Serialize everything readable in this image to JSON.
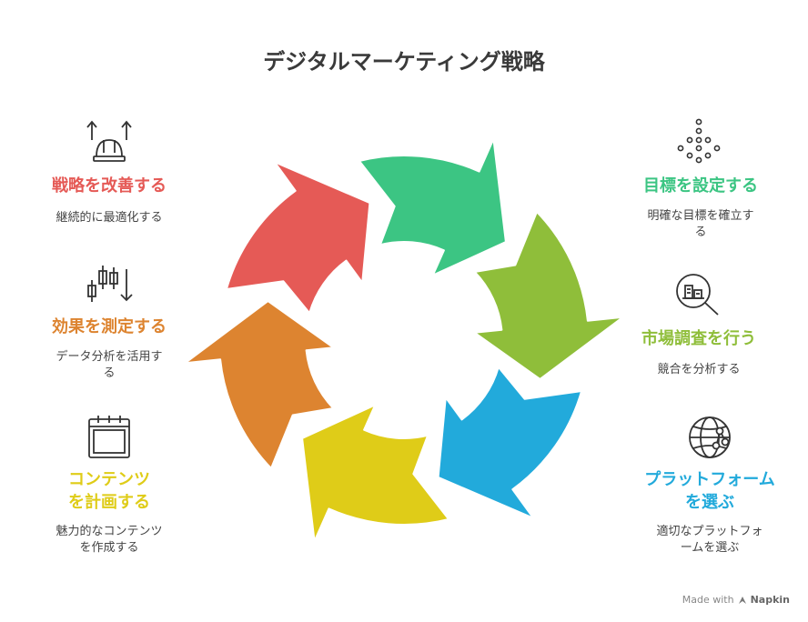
{
  "title": "デジタルマーケティング戦略",
  "colors": {
    "red": "#E55A56",
    "green": "#3CC583",
    "lime": "#8FBE3A",
    "blue": "#22AADB",
    "yellow": "#DFCC18",
    "orange": "#DD8430"
  },
  "steps": [
    {
      "id": "set-goals",
      "label": "目標を設定する",
      "desc": "明確な目標を確立す\nる",
      "color": "#3CC583",
      "icon": "dots-pattern-icon"
    },
    {
      "id": "market-research",
      "label": "市場調査を行う",
      "desc": "競合を分析する",
      "color": "#8FBE3A",
      "icon": "magnifier-buildings-icon"
    },
    {
      "id": "choose-platform",
      "label": "プラットフォーム\nを選ぶ",
      "desc": "適切なプラットフォ\nームを選ぶ",
      "color": "#22AADB",
      "icon": "globe-network-icon"
    },
    {
      "id": "plan-content",
      "label": "コンテンツ\nを計画する",
      "desc": "魅力的なコンテンツ\nを作成する",
      "color": "#DFCC18",
      "icon": "calendar-icon"
    },
    {
      "id": "measure",
      "label": "効果を測定する",
      "desc": "データ分析を活用す\nる",
      "color": "#DD8430",
      "icon": "candlestick-chart-icon"
    },
    {
      "id": "improve",
      "label": "戦略を改善する",
      "desc": "継続的に最適化する",
      "color": "#E55A56",
      "icon": "hardhat-arrows-icon"
    }
  ],
  "watermark": {
    "made_with": "Made with",
    "brand": "Napkin"
  }
}
